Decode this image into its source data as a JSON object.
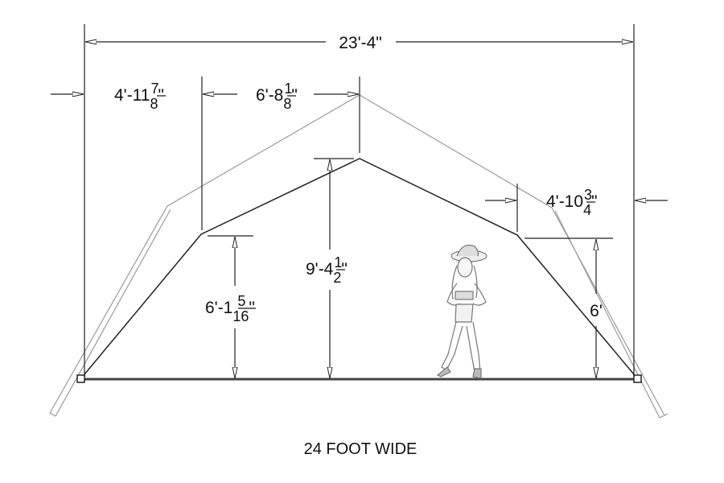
{
  "caption": "24 FOOT WIDE",
  "dimensions": {
    "overall_width": {
      "whole": "23'-4\"",
      "num": "",
      "den": "",
      "suffix": ""
    },
    "left_eave": {
      "whole": "4'-11",
      "num": "7",
      "den": "8",
      "suffix": "\""
    },
    "upper_span": {
      "whole": "6'-8",
      "num": "1",
      "den": "8",
      "suffix": "\""
    },
    "right_eave": {
      "whole": "4'-10",
      "num": "3",
      "den": "4",
      "suffix": "\""
    },
    "left_sidewall_height": {
      "whole": "6'-1",
      "num": "5",
      "den": "16",
      "suffix": "\""
    },
    "peak_height": {
      "whole": "9'-4",
      "num": "1",
      "den": "2",
      "suffix": "\""
    },
    "right_sidewall_height": {
      "whole": "6'",
      "num": "",
      "den": "",
      "suffix": ""
    }
  },
  "colors": {
    "frame": "#222222",
    "outline": "#9a9a9a"
  }
}
